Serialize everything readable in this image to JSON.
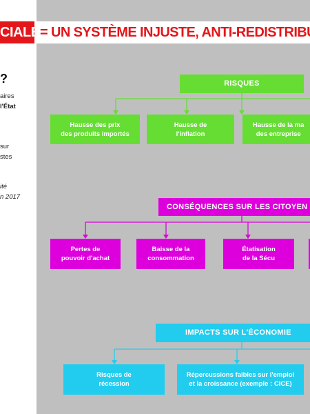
{
  "header": {
    "red_fragment": "CIALE",
    "title": "= UN SYSTÈME INJUSTE, ANTI-REDISTRIBUT"
  },
  "left_text": {
    "question_mark": "?",
    "line1": "aires",
    "line2": "l'État",
    "line3": "sur",
    "line4": "stes",
    "line5": "ité",
    "line6": "n 2017"
  },
  "sections": {
    "risks": {
      "title": "RISQUES",
      "items": [
        "Hausse des prix\ndes produits importés",
        "Hausse de\nl'inflation",
        "Hausse de la ma\ndes entreprise"
      ]
    },
    "consequences": {
      "title": "CONSÉQUENCES SUR LES CITOYEN",
      "items": [
        "Pertes de\npouvoir d'achat",
        "Baisse de la\nconsommation",
        "Étatisation\nde la Sécu",
        ""
      ]
    },
    "impacts": {
      "title": "IMPACTS SUR L'ÉCONOMIE",
      "items": [
        "Risques de\nrécession",
        "Répercussions faibles sur l'emploi\net la croissance (exemple : CICE)"
      ]
    }
  },
  "colors": {
    "banner_red": "#e3161a",
    "background_gray": "#bfbfbf",
    "green": "#66dd33",
    "magenta": "#dd00dd",
    "cyan": "#22ccee"
  }
}
